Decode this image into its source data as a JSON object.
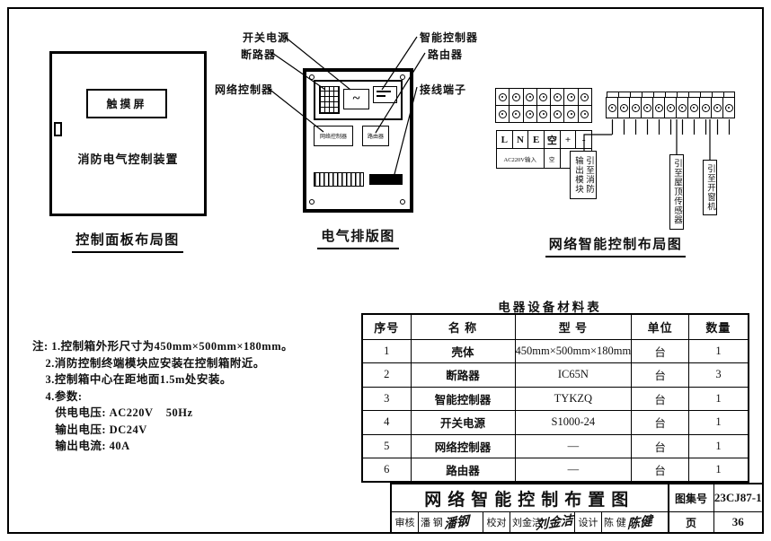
{
  "sheet": {
    "title_block": {
      "drawing_title": "网络智能控制布置图",
      "atlas_label": "图集号",
      "atlas_no": "23CJ87-1",
      "page_label": "页",
      "page_no": "36",
      "roles": [
        {
          "label": "审核",
          "name": "潘 钢",
          "signature": "潘钢"
        },
        {
          "label": "校对",
          "name": "刘金洁",
          "signature": "刘金洁"
        },
        {
          "label": "设计",
          "name": "陈 健",
          "signature": "陈健"
        }
      ]
    }
  },
  "panel_layout": {
    "caption": "控制面板布局图",
    "touchscreen": "触摸屏",
    "device": "消防电气控制装置"
  },
  "electrical_layout": {
    "caption": "电气排版图",
    "ac_symbol": "~",
    "callouts_left": [
      "开关电源",
      "断路器",
      "网络控制器"
    ],
    "callouts_right": [
      "智能控制器",
      "路由器",
      "接线端子"
    ],
    "units": {
      "network_controller": "网络控制器",
      "router": "路由器"
    }
  },
  "network_layout": {
    "caption": "网络智能控制布局图",
    "terminal_labels": [
      "L",
      "N",
      "E",
      "空",
      "+",
      "-"
    ],
    "terminal_sub_labels": [
      "AC220V输入",
      "空",
      ""
    ],
    "left_terminals": {
      "rows": 2,
      "cols": 7
    },
    "right_terminals": {
      "rows": 1,
      "cols": 11
    },
    "leads": [
      "引至消防输出模块",
      "引至屋顶传感器",
      "引至开窗机"
    ]
  },
  "notes": {
    "lines": [
      "注: 1.控制箱外形尺寸为450mm×500mm×180mm。",
      "    2.消防控制终端模块应安装在控制箱附近。",
      "    3.控制箱中心在距地面1.5m处安装。",
      "    4.参数:",
      "       供电电压: AC220V    50Hz",
      "       输出电压: DC24V",
      "       输出电流: 40A"
    ]
  },
  "materials": {
    "caption": "电器设备材料表",
    "headers": [
      "序号",
      "名  称",
      "型    号",
      "单位",
      "数量"
    ],
    "rows": [
      [
        "1",
        "壳体",
        "450mm×500mm×180mm",
        "台",
        "1"
      ],
      [
        "2",
        "断路器",
        "IC65N",
        "台",
        "3"
      ],
      [
        "3",
        "智能控制器",
        "TYKZQ",
        "台",
        "1"
      ],
      [
        "4",
        "开关电源",
        "S1000-24",
        "台",
        "1"
      ],
      [
        "5",
        "网络控制器",
        "—",
        "台",
        "1"
      ],
      [
        "6",
        "路由器",
        "—",
        "台",
        "1"
      ]
    ]
  }
}
